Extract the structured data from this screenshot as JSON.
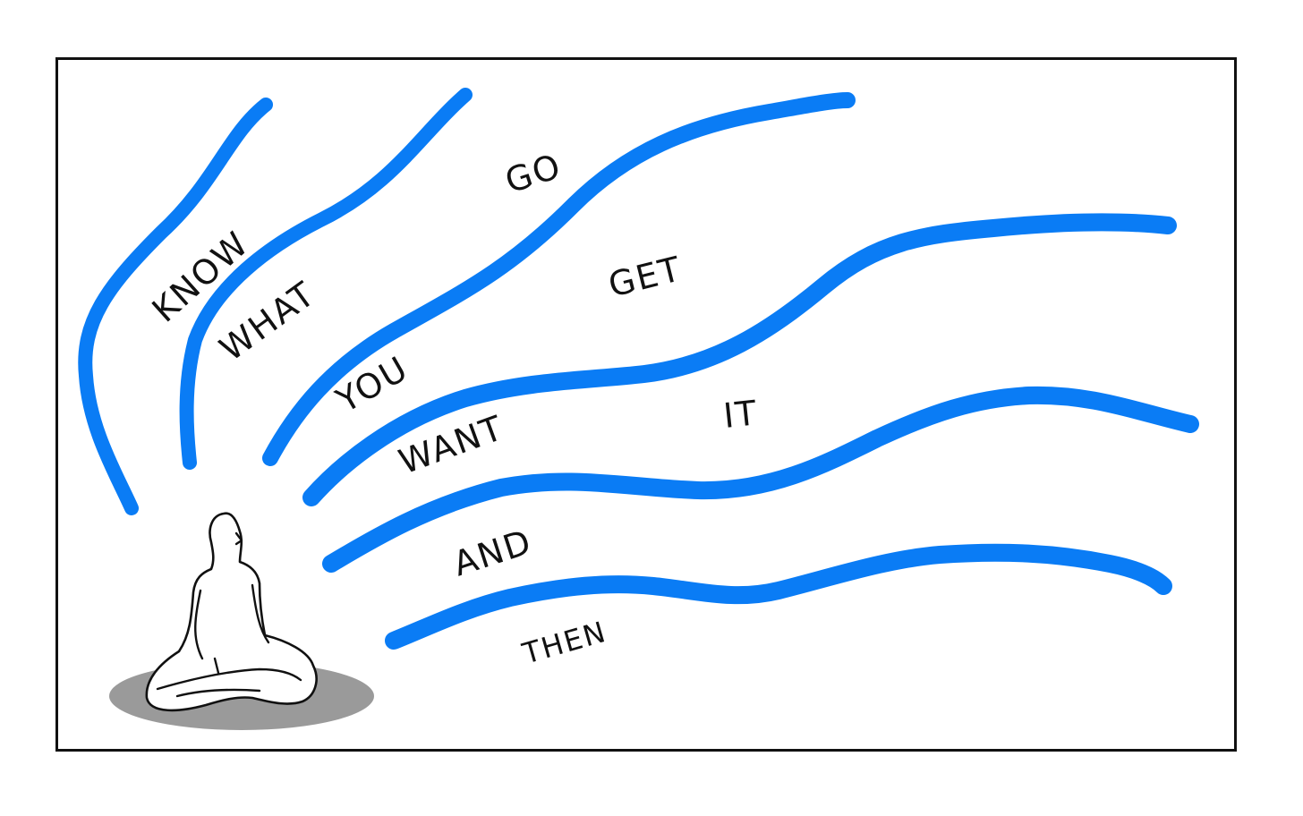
{
  "words": {
    "know": "KNOW",
    "what": "WHAT",
    "go": "GO",
    "you": "YOU",
    "get": "GET",
    "want": "WANT",
    "it": "IT",
    "and": "AND",
    "then": "THEN"
  },
  "colors": {
    "wave": "#0a7cf5",
    "ink": "#111111",
    "cushion": "#9a9a9a",
    "background": "#ffffff"
  }
}
